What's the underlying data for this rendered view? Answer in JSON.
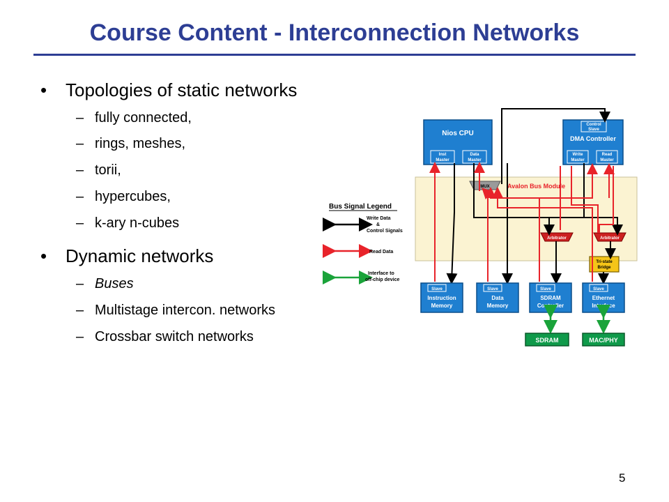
{
  "slide": {
    "title": "Course Content - Interconnection Networks",
    "page_number": "5"
  },
  "bullets": {
    "topologies": {
      "label": "Topologies of static networks",
      "items": [
        "fully connected,",
        "rings, meshes,",
        "torii,",
        "hypercubes,",
        "k-ary n-cubes"
      ]
    },
    "dynamic": {
      "label": "Dynamic networks",
      "items": [
        "Buses",
        "Multistage intercon. networks",
        "Crossbar switch networks"
      ]
    }
  },
  "diagram": {
    "legend": {
      "title": "Bus Signal Legend",
      "write_line1": "Write Data",
      "write_line2": "&",
      "write_line3": "Control Signals",
      "read": "Read Data",
      "interface_line1": "Interface to",
      "interface_line2": "off-chip device"
    },
    "bus_module_label": "Avalon Bus Module",
    "mux_label": "MUX",
    "arbitrator_label": "Arbitrator",
    "nios_cpu": {
      "title": "Nios CPU",
      "port1_line1": "Inst",
      "port1_line2": "Master",
      "port2_line1": "Data",
      "port2_line2": "Master"
    },
    "dma": {
      "title": "DMA Controller",
      "control_line1": "Control",
      "control_line2": "Slave",
      "port1_line1": "Write",
      "port1_line2": "Master",
      "port2_line1": "Read",
      "port2_line2": "Master"
    },
    "tristate_line1": "Tri-state",
    "tristate_line2": "Bridge",
    "slave_label": "Slave",
    "slaves": [
      {
        "line1": "Instruction",
        "line2": "Memory"
      },
      {
        "line1": "Data",
        "line2": "Memory"
      },
      {
        "line1": "SDRAM",
        "line2": "Controller"
      },
      {
        "line1": "Ethernet",
        "line2": "Interface"
      }
    ],
    "sdram": "SDRAM",
    "macphy": "MAC/PHY",
    "colors": {
      "block": "#1f7fd0",
      "bus_area": "#fbf3d2",
      "read": "#e8232a",
      "interface": "#1aa33a",
      "offchip": "#0f9a4a",
      "tristate": "#f5c518",
      "arbitrator": "#cc2020",
      "title": "#2d3e94"
    }
  }
}
